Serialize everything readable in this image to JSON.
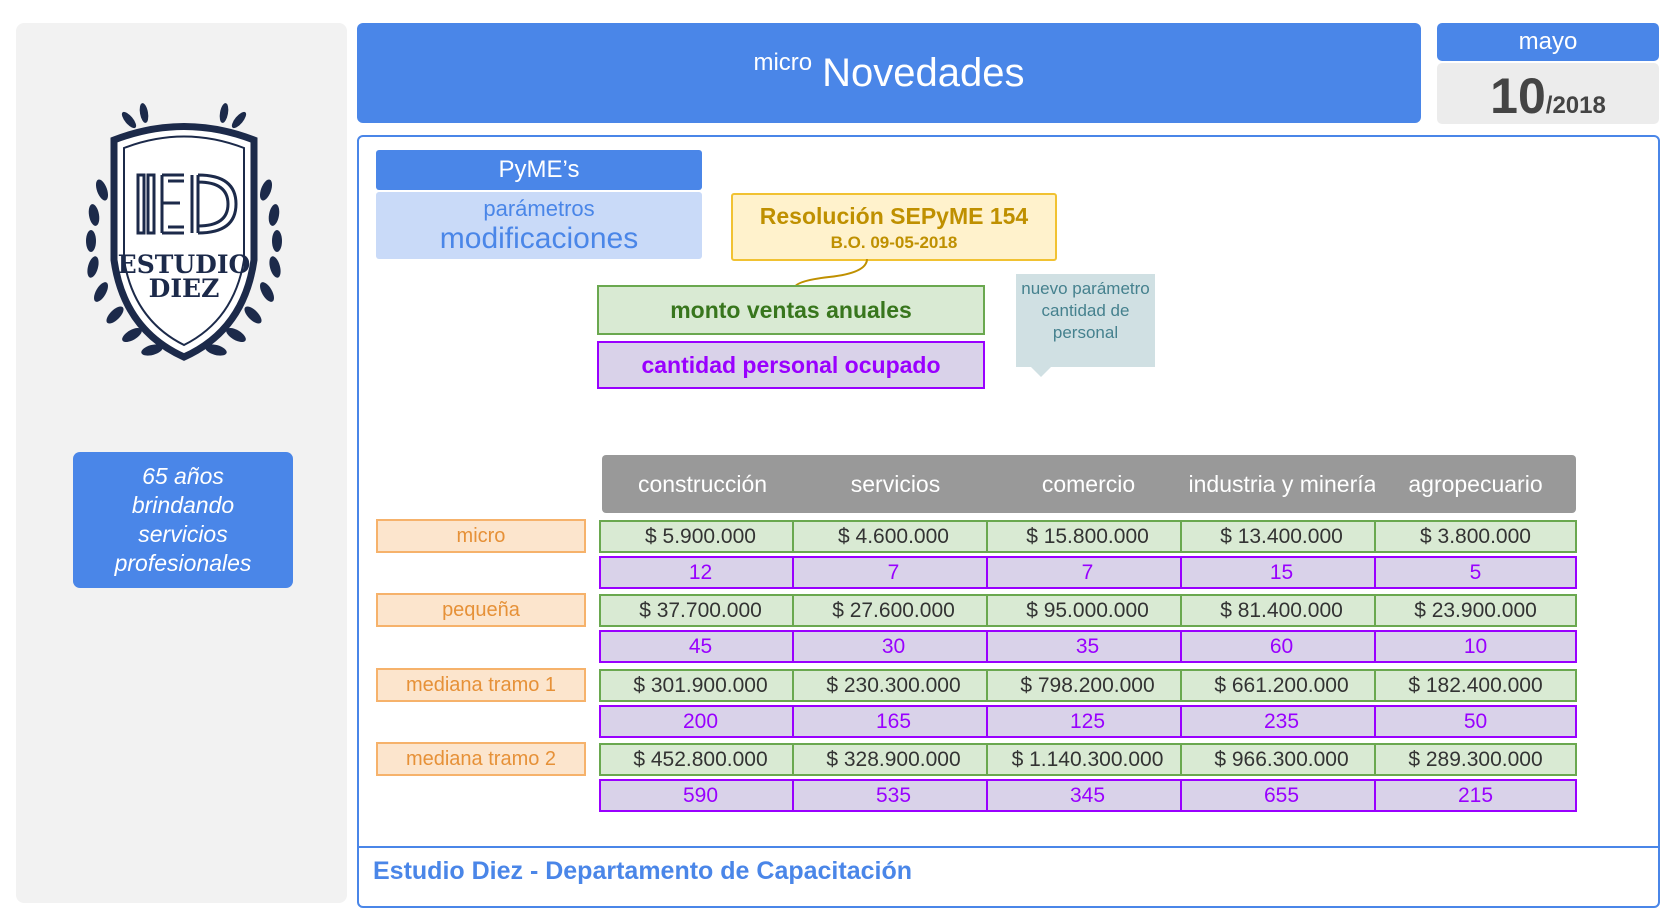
{
  "logo": {
    "name": "IED",
    "line1": "ESTUDIO",
    "line2": "DIEZ"
  },
  "tagline": "65 años brindando servicios profesionales",
  "header": {
    "prefix": "micro",
    "title": "Novedades"
  },
  "date": {
    "month": "mayo",
    "day": "10",
    "year": "/2018"
  },
  "pyme": {
    "title": "PyME’s",
    "subtitle1": "parámetros",
    "subtitle2": "modificaciones"
  },
  "resolution": {
    "title": "Resolución SEPyME 154",
    "bo": "B.O. 09-05-2018"
  },
  "legend": {
    "monto": "monto ventas anuales",
    "personal": "cantidad personal ocupado"
  },
  "note": "nuevo parámetro cantidad de personal",
  "columns": [
    "construcción",
    "servicios",
    "comercio",
    "industria y minería",
    "agropecuario"
  ],
  "rows": [
    {
      "label": "micro",
      "montos": [
        "$ 5.900.000",
        "$ 4.600.000",
        "$ 15.800.000",
        "$ 13.400.000",
        "$ 3.800.000"
      ],
      "personal": [
        "12",
        "7",
        "7",
        "15",
        "5"
      ]
    },
    {
      "label": "pequeña",
      "montos": [
        "$ 37.700.000",
        "$ 27.600.000",
        "$ 95.000.000",
        "$ 81.400.000",
        "$ 23.900.000"
      ],
      "personal": [
        "45",
        "30",
        "35",
        "60",
        "10"
      ]
    },
    {
      "label": "mediana tramo 1",
      "montos": [
        "$ 301.900.000",
        "$ 230.300.000",
        "$ 798.200.000",
        "$ 661.200.000",
        "$ 182.400.000"
      ],
      "personal": [
        "200",
        "165",
        "125",
        "235",
        "50"
      ]
    },
    {
      "label": "mediana tramo 2",
      "montos": [
        "$ 452.800.000",
        "$ 328.900.000",
        "$ 1.140.300.000",
        "$ 966.300.000",
        "$ 289.300.000"
      ],
      "personal": [
        "590",
        "535",
        "345",
        "655",
        "215"
      ]
    }
  ],
  "footer": "Estudio Diez - Departamento de Capacitación",
  "colors": {
    "primary": "#4a86e8",
    "navy": "#1c2a4a",
    "montoBg": "#d9ead3",
    "montoBorder": "#6aa84f",
    "personalBg": "#d9d2e9",
    "personalBorder": "#9900ff",
    "labelBg": "#fce5cd",
    "labelBorder": "#f6b26b"
  }
}
